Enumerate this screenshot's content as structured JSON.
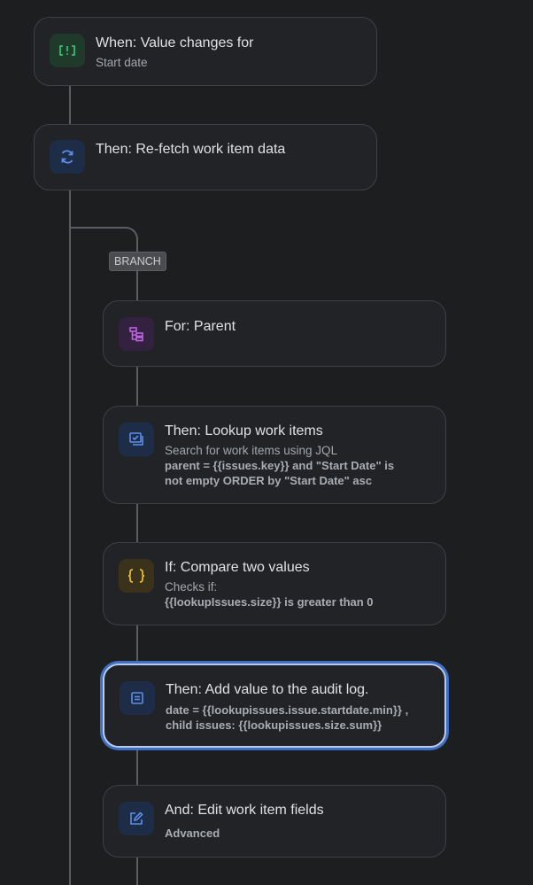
{
  "branch_label": "BRANCH",
  "cards": {
    "trigger": {
      "title": "When: Value changes for",
      "subtitle": "Start date",
      "icon": "code-brackets-icon",
      "color": "#2fbf71"
    },
    "refetch": {
      "title": "Then: Re-fetch work item data",
      "icon": "refresh-icon",
      "color": "#5a8ee8"
    },
    "for_parent": {
      "title": "For: Parent",
      "icon": "hierarchy-icon",
      "color": "#c162e6"
    },
    "lookup": {
      "title": "Then: Lookup work items",
      "subtitle": "Search for work items using JQL",
      "detail_line1": "parent = {{issues.key}} and \"Start Date\" is",
      "detail_line2": "not empty ORDER by \"Start Date\" asc",
      "icon": "search-list-icon",
      "color": "#5a8ee8"
    },
    "compare": {
      "title": "If: Compare two values",
      "subtitle": "Checks if:",
      "detail": "{{lookupIssues.size}} is greater than 0",
      "icon": "curly-braces-icon",
      "color": "#e8b83a"
    },
    "audit": {
      "title": "Then: Add value to the audit log.",
      "detail_line1": "date = {{lookupissues.issue.startdate.min}} ,",
      "detail_line2": "child issues: {{lookupissues.size.sum}}",
      "icon": "document-icon",
      "color": "#5a8ee8"
    },
    "edit": {
      "title": "And: Edit work item fields",
      "detail": "Advanced",
      "icon": "edit-icon",
      "color": "#5a8ee8"
    }
  }
}
